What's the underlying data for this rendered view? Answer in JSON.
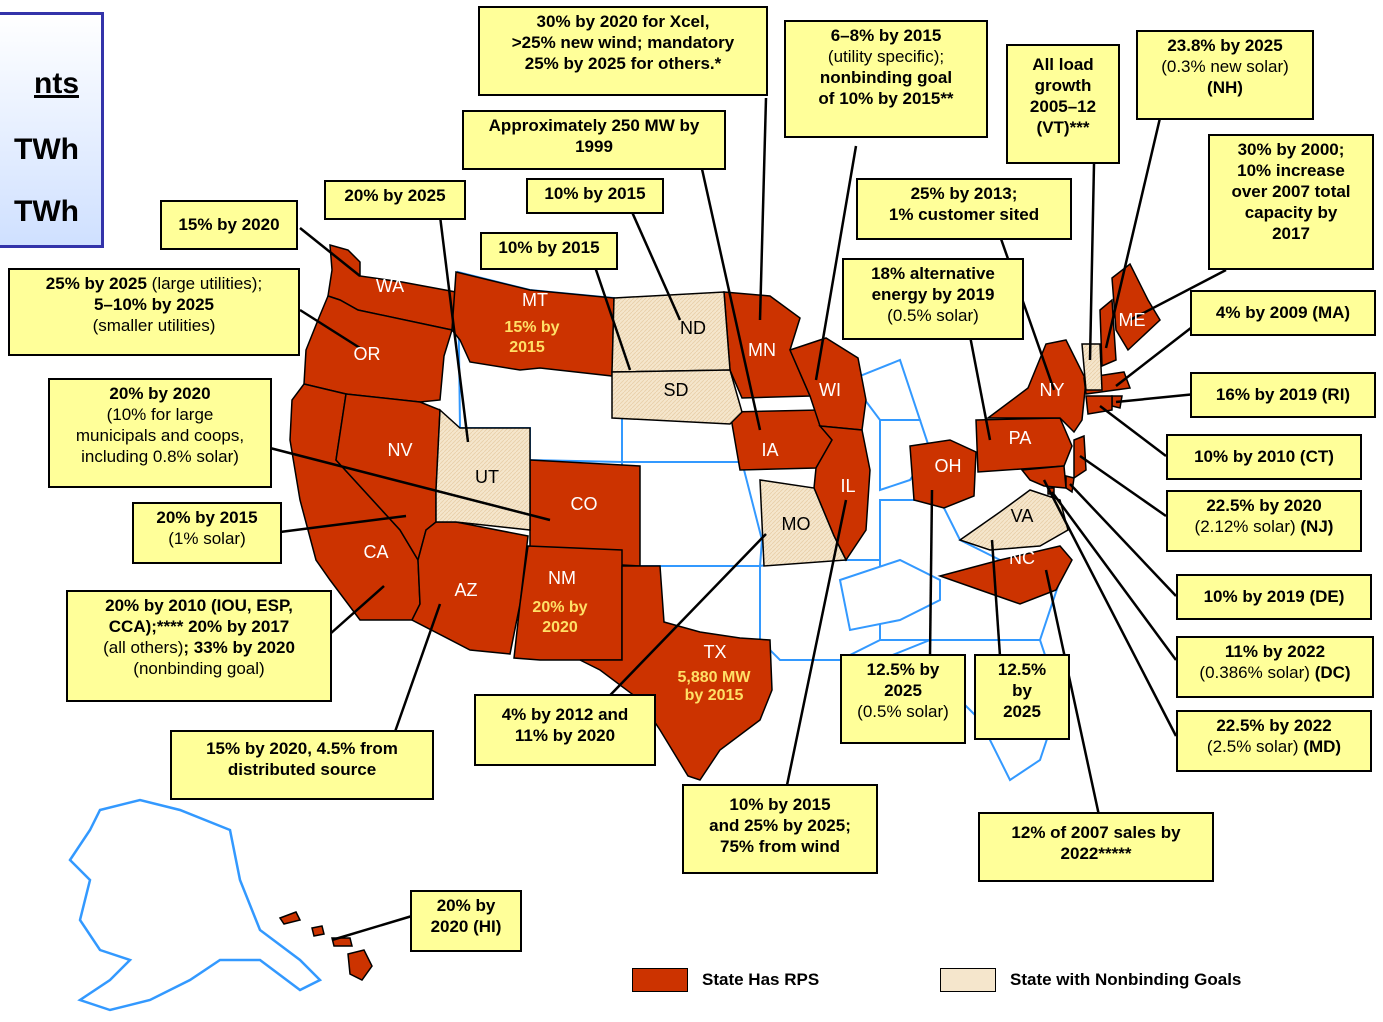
{
  "title_box": {
    "line1": "nts",
    "line2": "TWh",
    "line3": "TWh"
  },
  "colors": {
    "rps": "#cc3300",
    "nonbinding": "#f5e6cc",
    "callout_bg": "#ffff99",
    "border_lines": "#3399ff",
    "highlight_text": "#ffe066"
  },
  "states_rps": [
    "WA",
    "OR",
    "CA",
    "NV",
    "AZ",
    "MT",
    "CO",
    "NM",
    "TX",
    "MN",
    "IA",
    "WI",
    "IL",
    "OH",
    "PA",
    "NY",
    "NC",
    "ME",
    "NH",
    "MA",
    "RI",
    "CT",
    "NJ",
    "DE",
    "MD",
    "DC",
    "HI"
  ],
  "states_nonbinding": [
    "UT",
    "ND",
    "SD",
    "MO",
    "VA",
    "VT"
  ],
  "state_labels": {
    "WA": "WA",
    "OR": "OR",
    "CA": "CA",
    "NV": "NV",
    "UT": "UT",
    "AZ": "AZ",
    "MT": "MT",
    "CO": "CO",
    "NM": "NM",
    "TX": "TX",
    "ND": "ND",
    "SD": "SD",
    "MN": "MN",
    "IA": "IA",
    "MO": "MO",
    "WI": "WI",
    "IL": "IL",
    "OH": "OH",
    "PA": "PA",
    "NY": "NY",
    "VA": "VA",
    "NC": "NC",
    "ME": "ME"
  },
  "inline_notes": {
    "mt_1": "15% by",
    "mt_2": "2015",
    "nm_1": "20% by",
    "nm_2": "2020",
    "tx_1": "5,880 MW",
    "tx_2": "by 2015"
  },
  "callouts": {
    "wa": "15% by 2020",
    "or_1": "25% by 2025",
    "or_2": " (large utilities);",
    "or_3": "5–10% by 2025",
    "or_4": "(smaller utilities)",
    "ut_top": "20% by 2025",
    "mt": "10% by 2015",
    "nd": "10% by 2015",
    "mn_top_1": "30% by 2020 for Xcel,",
    "mn_top_2": ">25% new wind; mandatory",
    "mn_top_3": "25% by 2025 for others.*",
    "ia": "Approximately  250 MW by 1999",
    "wi_1": "6–8% by 2015",
    "wi_2": "(utility specific);",
    "wi_3": "nonbinding goal",
    "wi_4": "of 10% by 2015**",
    "vt_1": "All load",
    "vt_2": "growth",
    "vt_3": "2005–12",
    "vt_4": "(VT)***",
    "nh_1": "23.8% by 2025",
    "nh_2": "(0.3% new solar)",
    "nh_3": "(NH)",
    "ny_1": "25% by 2013;",
    "ny_2": "1% customer sited",
    "me_1": "30% by 2000;",
    "me_2": "10% increase",
    "me_3": "over 2007 total",
    "me_4": "capacity by",
    "me_5": "2017",
    "pa_1": "18% alternative",
    "pa_2": "energy by 2019",
    "pa_3": "(0.5% solar)",
    "ma": "4% by 2009 (MA)",
    "ri": "16% by 2019 (RI)",
    "ct": "10% by 2010 (CT)",
    "nj_1": "22.5% by 2020",
    "nj_2": "(2.12% solar)",
    "nj_3": "(NJ)",
    "de": "10% by 2019 (DE)",
    "dc_1": "11% by 2022",
    "dc_2": "(0.386% solar)",
    "dc_3": "(DC)",
    "md_1": "22.5% by 2022",
    "md_2": "(2.5% solar)",
    "md_3": "(MD)",
    "co_1": "20% by 2020",
    "co_2": "(10% for large",
    "co_3": "municipals and coops,",
    "co_4": "including 0.8% solar)",
    "nv_1": "20% by 2015",
    "nv_2": "(1% solar)",
    "ca_1": "20% by 2010 (IOU, ESP,",
    "ca_2": "CCA);**** 20% by 2017",
    "ca_3": "(all others)",
    "ca_4": "; 33% by 2020",
    "ca_5": "(nonbinding goal)",
    "az_1": "15% by 2020, 4.5% from",
    "az_2": "distributed source",
    "mo_1": "4% by 2012 and",
    "mo_2": "11% by 2020",
    "il_1": "10% by 2015",
    "il_2": "and 25% by 2025;",
    "il_3": "75% from wind",
    "oh_1": "12.5% by",
    "oh_2": "2025",
    "oh_3": "(0.5% solar)",
    "va_1": "12.5%",
    "va_2": "by",
    "va_3": "2025",
    "nc_1": "12% of 2007 sales by",
    "nc_2": "2022*****",
    "hi_1": "20% by",
    "hi_2": "2020 (HI)"
  },
  "legend": {
    "rps_label": "State Has RPS",
    "nonbinding_label": "State with Nonbinding Goals"
  }
}
